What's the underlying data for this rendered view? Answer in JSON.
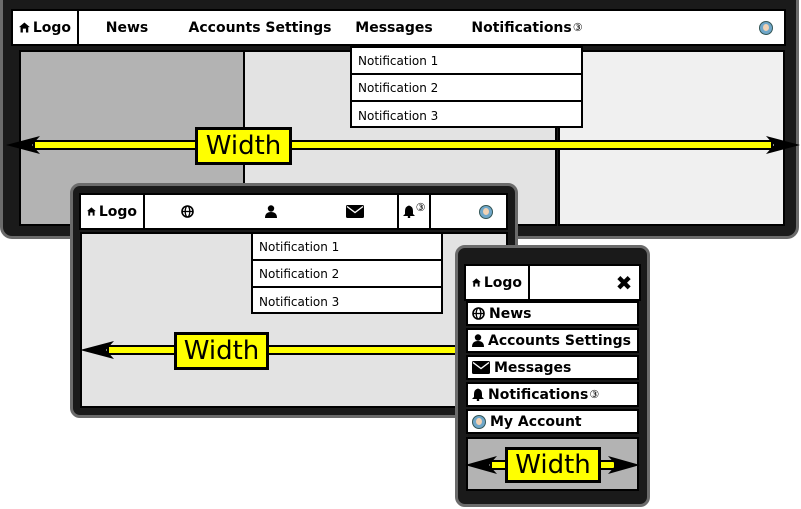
{
  "desktop": {
    "logo": "Logo",
    "menu": [
      "News",
      "Accounts Settings",
      "Messages",
      "Notifications"
    ],
    "notification_count": "③",
    "dropdown": [
      "Notification 1",
      "Notification 2",
      "Notification 3"
    ],
    "width_label": "Width"
  },
  "tablet": {
    "logo": "Logo",
    "notification_count": "③",
    "dropdown": [
      "Notification 1",
      "Notification 2",
      "Notification 3"
    ],
    "width_label": "Width"
  },
  "mobile": {
    "logo": "Logo",
    "close": "✖",
    "menu": [
      "News",
      "Accounts Settings",
      "Messages",
      "Notifications",
      "My Account"
    ],
    "notification_count": "③",
    "width_label": "Width"
  },
  "colors": {
    "highlight": "#ffff00",
    "frame": "#1a1a1a",
    "bezel": "#6b6b6b"
  },
  "icons": [
    "home-icon",
    "globe-icon",
    "user-icon",
    "envelope-icon",
    "bell-icon",
    "avatar-icon",
    "close-icon"
  ]
}
